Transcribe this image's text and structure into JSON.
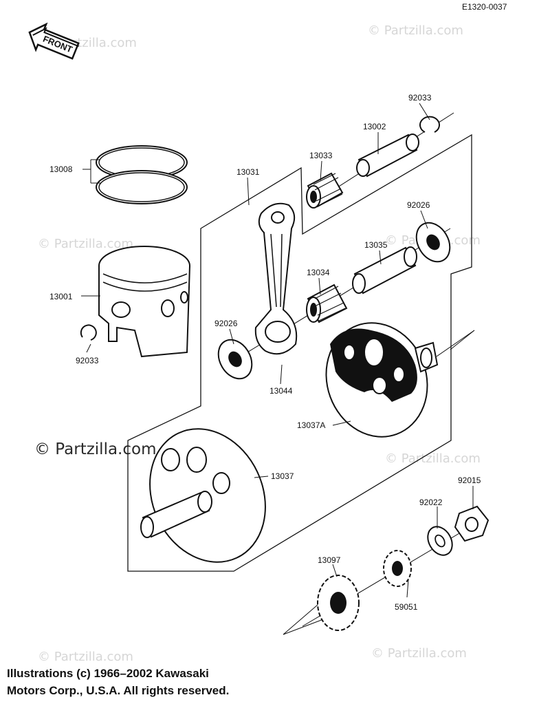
{
  "diagram": {
    "ref_code": "E1320-0037",
    "front_badge": "FRONT",
    "watermark": "© Partzilla.com",
    "labels": {
      "p92033_top": "92033",
      "p13002": "13002",
      "p13033": "13033",
      "p13008": "13008",
      "p13031": "13031",
      "p92026_right": "92026",
      "p13035": "13035",
      "p13001": "13001",
      "p13034": "13034",
      "p92026_left": "92026",
      "p92033_left": "92033",
      "p13044": "13044",
      "p13037A": "13037A",
      "p13037": "13037",
      "p92015": "92015",
      "p92022": "92022",
      "p13097": "13097",
      "p59051": "59051"
    }
  },
  "copyright": {
    "line1": "Illustrations (c) 1966–2002 Kawasaki",
    "line2": "Motors Corp., U.S.A.  All rights reserved."
  }
}
